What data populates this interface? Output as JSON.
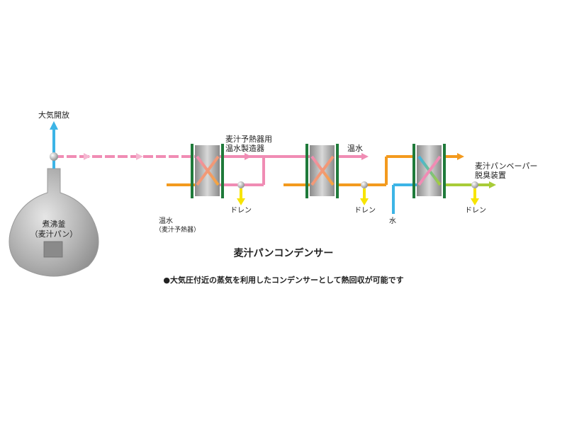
{
  "labels": {
    "vent": "大気開放",
    "kettle_1": "煮沸釜",
    "kettle_2": "（麦汁パン）",
    "hx1_out_1": "麦汁予熱器用",
    "hx1_out_2": "温水製造器",
    "hx1_in_1": "温水",
    "hx1_in_2": "（麦汁予熱器）",
    "hx2_out": "温水",
    "hx3_in": "水",
    "hx3_out_1": "麦汁パンベーパー",
    "hx3_out_2": "脱臭装置",
    "drain_1": "ドレン",
    "drain_2": "ドレン",
    "drain_3": "ドレン"
  },
  "title": "麦汁パンコンデンサー",
  "note": "●大気圧付近の蒸気を利用したコンデンサーとして熱回収が可能です",
  "colors": {
    "steam": "#f08cb4",
    "warm": "#f39a1e",
    "hot": "#e8ca20",
    "cold": "#3cb4e6",
    "greenish": "#a8cc38",
    "drain": "#f7e400",
    "vent": "#3cb4e6",
    "plate": "#1f7a3a",
    "kettle": "#a9a9a9"
  }
}
